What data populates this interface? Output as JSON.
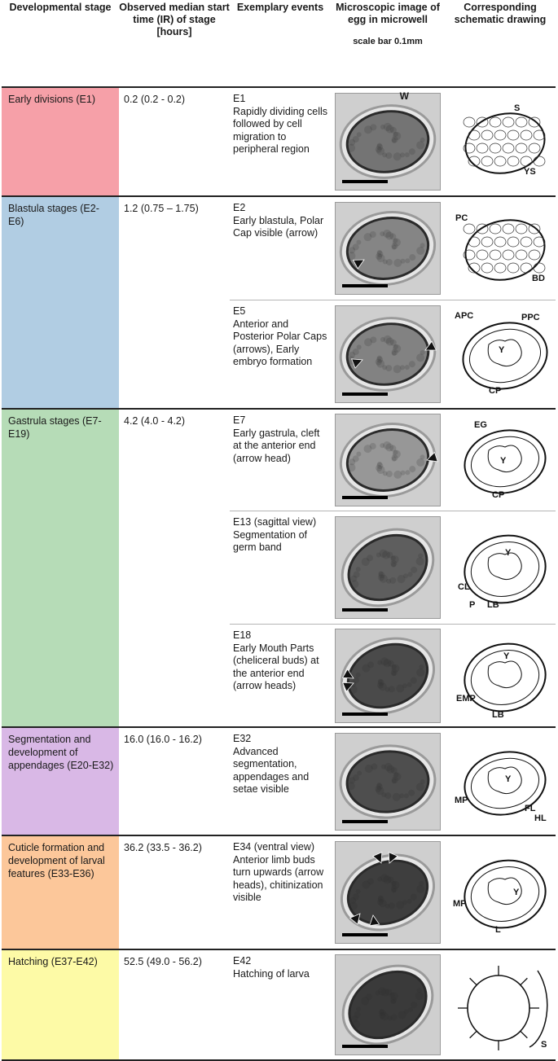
{
  "headers": {
    "stage": "Developmental stage",
    "time": "Observed median start time (IR) of stage [hours]",
    "events": "Exemplary events",
    "image": "Microscopic image of egg in microwell",
    "scale_bar": "scale bar 0.1mm",
    "drawing": "Corresponding schematic drawing"
  },
  "stages": [
    {
      "name": "Early divisions (E1)",
      "time": "0.2 (0.2 - 0.2)",
      "color": "#f6a0a8",
      "events": [
        {
          "code": "E1",
          "text": "Rapidly dividing cells followed by cell migration to peripheral region",
          "image_label": "W",
          "drawing_labels": [
            "S",
            "YS"
          ]
        }
      ]
    },
    {
      "name": "Blastula stages (E2-E6)",
      "time": "1.2 (0.75 – 1.75)",
      "color": "#b1cde3",
      "events": [
        {
          "code": "E2",
          "text": "Early blastula, Polar Cap visible (arrow)",
          "drawing_labels": [
            "PC",
            "BD"
          ]
        },
        {
          "code": "E5",
          "text": "Anterior and Posterior Polar Caps (arrows), Early embryo formation",
          "drawing_labels": [
            "APC",
            "PPC",
            "Y",
            "CP"
          ]
        }
      ]
    },
    {
      "name": "Gastrula stages (E7-E19)",
      "time": "4.2 (4.0 - 4.2)",
      "color": "#b6dcb7",
      "events": [
        {
          "code": "E7",
          "text": "Early gastrula, cleft at the anterior end (arrow head)",
          "drawing_labels": [
            "EG",
            "Y",
            "CP"
          ]
        },
        {
          "code": "E13 (sagittal view)",
          "text": "Segmentation of germ band",
          "drawing_labels": [
            "Y",
            "CL",
            "P",
            "LB"
          ]
        },
        {
          "code": "E18",
          "text": "Early Mouth Parts (cheliceral buds) at the anterior end (arrow heads)",
          "drawing_labels": [
            "Y",
            "EMP",
            "LB"
          ]
        }
      ]
    },
    {
      "name": "Segmentation and development of appendages (E20-E32)",
      "time": "16.0 (16.0 - 16.2)",
      "color": "#d9b8e6",
      "events": [
        {
          "code": "E32",
          "text": "Advanced segmentation, appendages and setae visible",
          "drawing_labels": [
            "Y",
            "MP",
            "FL",
            "HL"
          ]
        }
      ]
    },
    {
      "name": "Cuticle formation and development of larval features (E33-E36)",
      "time": "36.2 (33.5 - 36.2)",
      "color": "#fcc79a",
      "events": [
        {
          "code": "E34 (ventral view)",
          "text": "Anterior limb buds turn upwards (arrow heads), chitinization visible",
          "drawing_labels": [
            "Y",
            "MP",
            "L"
          ]
        }
      ]
    },
    {
      "name": "Hatching (E37-E42)",
      "time": "52.5 (49.0 - 56.2)",
      "color": "#fdfaa6",
      "events": [
        {
          "code": "E42",
          "text": "Hatching of larva",
          "drawing_labels": [
            "S"
          ]
        }
      ]
    }
  ]
}
